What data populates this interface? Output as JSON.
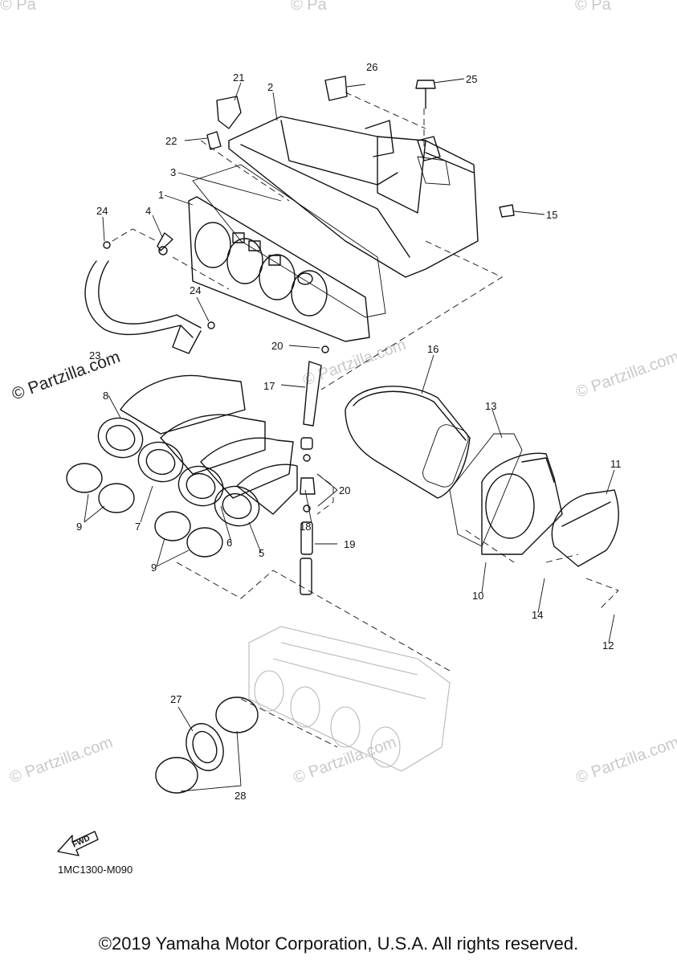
{
  "watermark": {
    "brand": "© Partzilla.com",
    "top_left": "© Pa",
    "top_mid": "© Pa",
    "top_right": "© Pa"
  },
  "callouts": {
    "p1": "1",
    "p2": "2",
    "p3": "3",
    "p4": "4",
    "p5": "5",
    "p6": "6",
    "p7": "7",
    "p8": "8",
    "p9a": "9",
    "p9b": "9",
    "p10": "10",
    "p11": "11",
    "p12": "12",
    "p13": "13",
    "p14": "14",
    "p15": "15",
    "p16": "16",
    "p17": "17",
    "p18": "18",
    "p19": "19",
    "p20a": "20",
    "p20b": "20",
    "p21": "21",
    "p22": "22",
    "p23": "23",
    "p24a": "24",
    "p24b": "24",
    "p25": "25",
    "p26": "26",
    "p27": "27",
    "p28": "28"
  },
  "fwd_label": "FWD",
  "diagram_code": "1MC1300-M090",
  "copyright": "©2019 Yamaha Motor Corporation, U.S.A. All rights reserved."
}
